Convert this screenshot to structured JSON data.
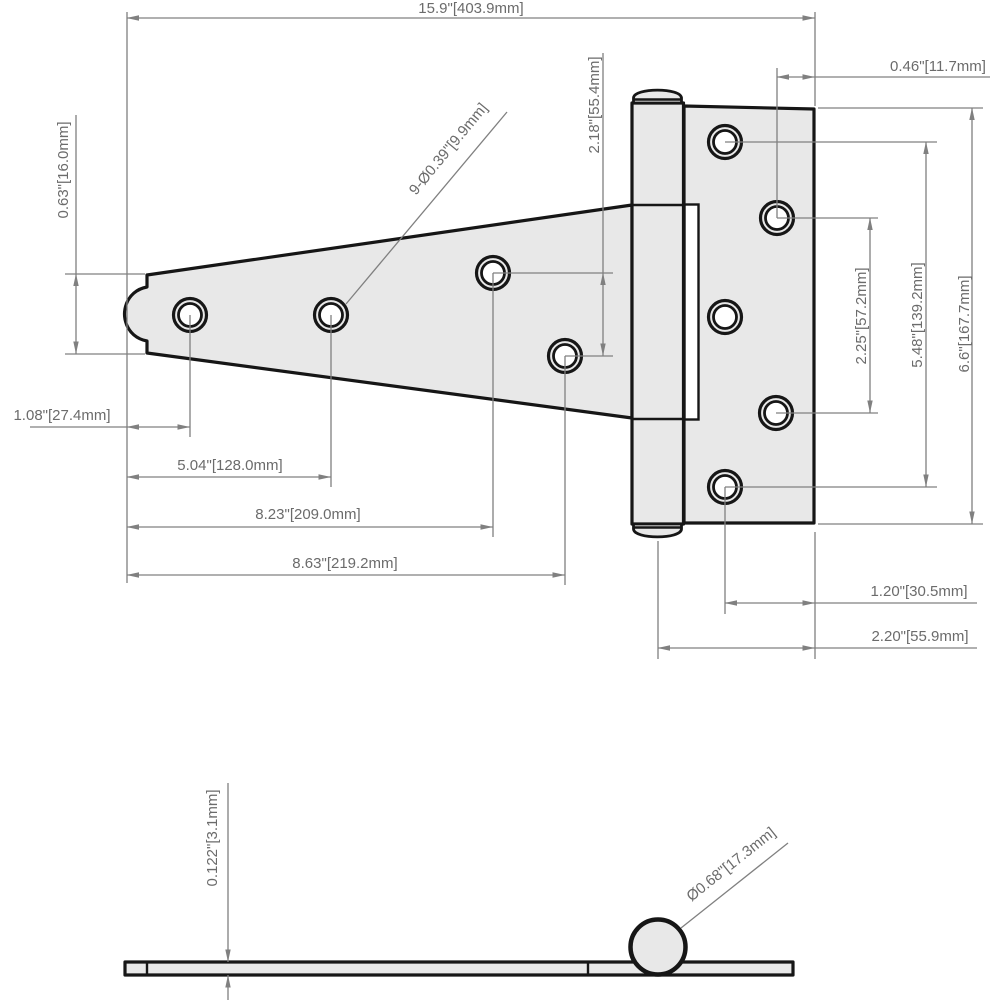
{
  "drawing_type": "t-hinge-dimensional-drawing",
  "colors": {
    "background": "#ffffff",
    "part_fill": "#e8e8e8",
    "part_outline": "#161616",
    "dimension_line": "#808080",
    "dimension_text": "#6b6b6b"
  },
  "plan_view": {
    "dimensions": {
      "overall_length": "15.9\"[403.9mm]",
      "right_edge_to_hole_column": "0.46\"[11.7mm]",
      "strap_hole_vertical_stagger": "2.18\"[55.4mm]",
      "strap_tip_height": "0.63\"[16.0mm]",
      "holes_callout": "9-Ø0.39\"[9.9mm]",
      "tip_to_first_hole": "1.08\"[27.4mm]",
      "tip_to_second_hole": "5.04\"[128.0mm]",
      "tip_to_third_hole": "8.23\"[209.0mm]",
      "tip_to_fourth_hole": "8.63\"[219.2mm]",
      "plate_inner_hole_span": "2.25\"[57.2mm]",
      "plate_outer_hole_span": "5.48\"[139.2mm]",
      "plate_height": "6.6\"[167.7mm]",
      "hole_column_to_edge": "1.20\"[30.5mm]",
      "pin_center_to_edge": "2.20\"[55.9mm]"
    }
  },
  "side_view": {
    "dimensions": {
      "leaf_thickness": "0.122\"[3.1mm]",
      "barrel_diameter": "Ø0.68\"[17.3mm]"
    }
  }
}
